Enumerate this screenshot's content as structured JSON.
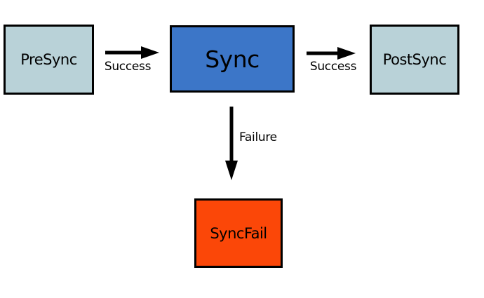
{
  "diagram": {
    "nodes": [
      {
        "id": "presync",
        "label": "PreSync",
        "fill": "#b9d2d8"
      },
      {
        "id": "sync",
        "label": "Sync",
        "fill": "#3c76c8"
      },
      {
        "id": "postsync",
        "label": "PostSync",
        "fill": "#b9d2d8"
      },
      {
        "id": "syncfail",
        "label": "SyncFail",
        "fill": "#fb4708"
      }
    ],
    "edges": [
      {
        "from": "PreSync",
        "to": "Sync",
        "label": "Success",
        "direction": "right"
      },
      {
        "from": "Sync",
        "to": "PostSync",
        "label": "Success",
        "direction": "right"
      },
      {
        "from": "Sync",
        "to": "SyncFail",
        "label": "Failure",
        "direction": "down"
      }
    ],
    "colors": {
      "background": "#ffffff",
      "border": "#000000",
      "arrow": "#000000",
      "text": "#000000",
      "node_default": "#b9d2d8",
      "node_active": "#3c76c8",
      "node_fail": "#fb4708"
    }
  }
}
